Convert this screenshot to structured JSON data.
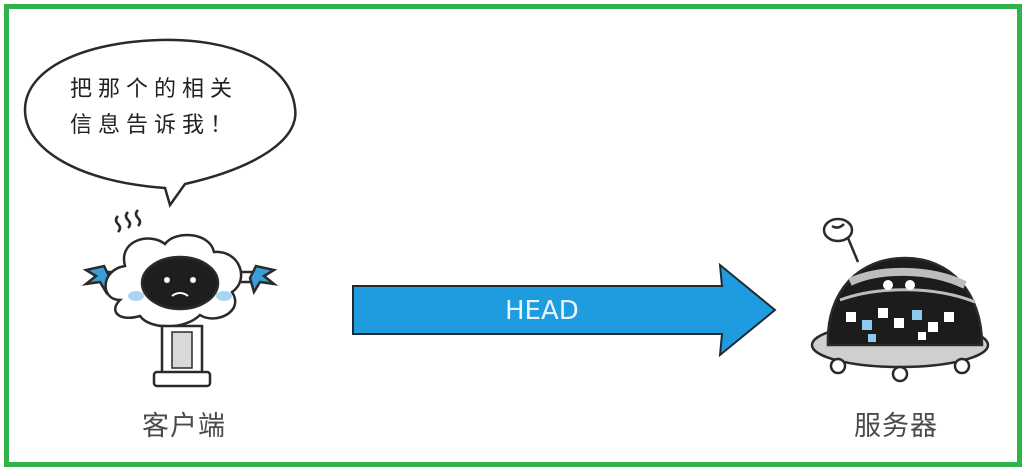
{
  "speech": {
    "line1": "把那个的相关",
    "line2": "信息告诉我！"
  },
  "arrow": {
    "label": "HEAD",
    "color": "#1f9be0"
  },
  "client": {
    "label": "客户端"
  },
  "server": {
    "label": "服务器"
  },
  "frame": {
    "border_color": "#2fb24a"
  }
}
